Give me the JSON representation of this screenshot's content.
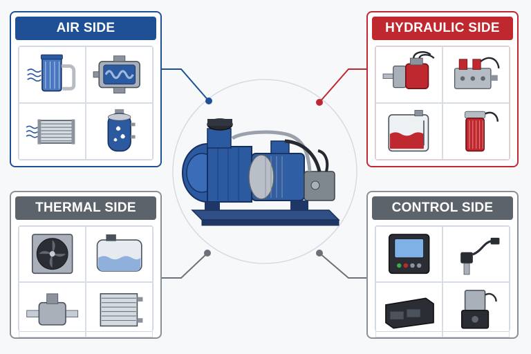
{
  "panels": {
    "air": {
      "title": "AIR SIDE",
      "color": "#1f4f94",
      "items": [
        "air-filter-icon",
        "rotary-screw-compressor-icon",
        "aftercooler-icon",
        "moisture-separator-tank-icon"
      ]
    },
    "hydraulic": {
      "title": "HYDRAULIC SIDE",
      "color": "#c0282f",
      "items": [
        "hydraulic-pump-motor-icon",
        "hydraulic-valve-block-icon",
        "hydraulic-reservoir-icon",
        "hydraulic-filter-icon"
      ]
    },
    "thermal": {
      "title": "THERMAL SIDE",
      "color": "#5c636b",
      "items": [
        "radiator-fan-icon",
        "coolant-tank-icon",
        "thermostat-valve-icon",
        "oil-cooler-icon"
      ]
    },
    "control": {
      "title": "CONTROL SIDE",
      "color": "#5c636b",
      "items": [
        "control-panel-display-icon",
        "pressure-sensor-icon",
        "ecu-module-icon",
        "solenoid-valve-icon"
      ]
    }
  },
  "center": {
    "icon": "pump-motor-assembly-icon"
  },
  "connector_colors": {
    "air": "#1f4f94",
    "hydraulic": "#c0282f",
    "thermal": "#5c636b",
    "control": "#5c636b"
  }
}
